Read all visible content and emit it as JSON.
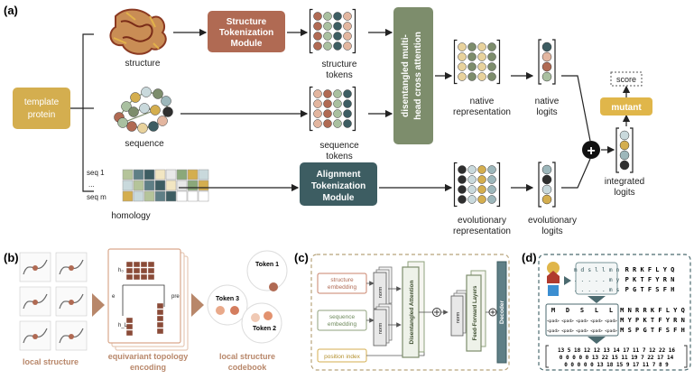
{
  "colors": {
    "template": "#d4ae4f",
    "structure_module": "#b06a53",
    "alignment_module": "#3d5d62",
    "cross_attention": "#7d8d6c",
    "mutant": "#e0b64a",
    "panel_b_accent": "#b8876a",
    "panel_c_border": "#b7a37a",
    "panel_d_border": "#4b6a6f"
  },
  "panel_a": {
    "tag": "(a)",
    "template_protein": "template protein",
    "structure_label": "structure",
    "sequence_label": "sequence",
    "homology_label": "homology",
    "seq_labels": [
      "seq 1",
      "...",
      "seq m"
    ],
    "structure_module": "Structure Tokenization Module",
    "alignment_module": "Alignment Tokenization Module",
    "structure_tokens": "structure tokens",
    "sequence_tokens": "sequence tokens",
    "cross_attention": "disentangled multi-head cross attention",
    "native_representation": "native representation",
    "native_logits": "native logits",
    "evolutionary_representation": "evolutionary representation",
    "evolutionary_logits": "evolutionary logits",
    "integrated_logits": "integrated logits",
    "mutant": "mutant",
    "score": "score",
    "plus": "+"
  },
  "panel_b": {
    "tag": "(b)",
    "local_structure": "local structure",
    "encoding": "equivariant topology encoding",
    "codebook": "local structure codebook",
    "tokens": [
      "Token 1",
      "Token 2",
      "Token 3"
    ],
    "h0": "h₀",
    "hL": "h_L",
    "pre": "pre",
    "e": "e"
  },
  "panel_c": {
    "tag": "(c)",
    "structure_embedding": "structure embedding",
    "sequence_embedding": "sequence embedding",
    "position_index": "position index",
    "norm": "norm",
    "disentangled_attention": "Disentangled Attention",
    "feed_forward": "Feed-Forward Layers",
    "decoder": "Decoder"
  },
  "panel_d": {
    "tag": "(d)",
    "masked_top": [
      "m d s l l m n",
      ". . . . . m y",
      ". . . . . m s"
    ],
    "right_top": [
      "R R K F L Y Q",
      "P K T F Y R N",
      "P G T F S F H"
    ],
    "mid_header": [
      "M",
      "D",
      "S",
      "L",
      "L"
    ],
    "pad": "<pad>",
    "right_mid": [
      "M N R R K F L Y Q",
      "M Y P K T F Y R N",
      "M S P G T F S F H"
    ],
    "matrix_rows": [
      "13 5 18 12 12 13 14 17 11 7 12 22 16",
      "0 0 0 0 0 13 22 15 11 19 7 22 17 14",
      "0 0 0 0 0 13 18 15 9 17 11 7 8 9"
    ]
  }
}
